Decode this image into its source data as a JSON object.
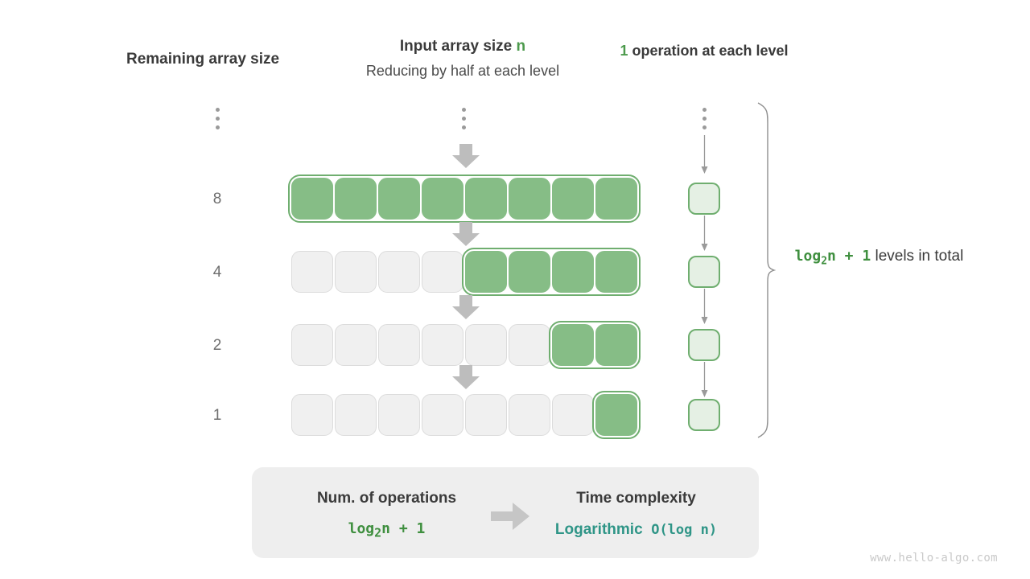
{
  "headers": {
    "remaining": "Remaining array size",
    "input_title_prefix": "Input array size ",
    "input_title_var": "n",
    "input_subtitle": "Reducing by half at each level",
    "ops_count": "1",
    "ops_text": " operation at each level"
  },
  "rows": [
    {
      "label": "8",
      "total_cells": 8,
      "active_count": 8,
      "active_start": 0
    },
    {
      "label": "4",
      "total_cells": 8,
      "active_count": 4,
      "active_start": 4
    },
    {
      "label": "2",
      "total_cells": 8,
      "active_count": 2,
      "active_start": 6
    },
    {
      "label": "1",
      "total_cells": 8,
      "active_count": 1,
      "active_start": 7
    }
  ],
  "ellipsis": {
    "dots": 3
  },
  "levels_note": {
    "formula_pre": "log",
    "formula_sub": "2",
    "formula_post": "n + 1",
    "text": " levels in total"
  },
  "summary": {
    "left_title": "Num. of operations",
    "left_value_pre": "log",
    "left_value_sub": "2",
    "left_value_post": "n + 1",
    "right_title": "Time complexity",
    "right_value_word": "Logarithmic",
    "right_value_mono": "O(log n)"
  },
  "watermark": "www.hello-algo.com",
  "colors": {
    "active_fill": "#86bd86",
    "active_border": "#6fae6f",
    "empty_fill": "#f0f0f0",
    "empty_border": "#dcdcdc",
    "op_fill": "#e5f0e4",
    "accent_green": "#3f8f3f",
    "accent_teal": "#2f9587",
    "arrow_gray": "#bdbdbd"
  }
}
